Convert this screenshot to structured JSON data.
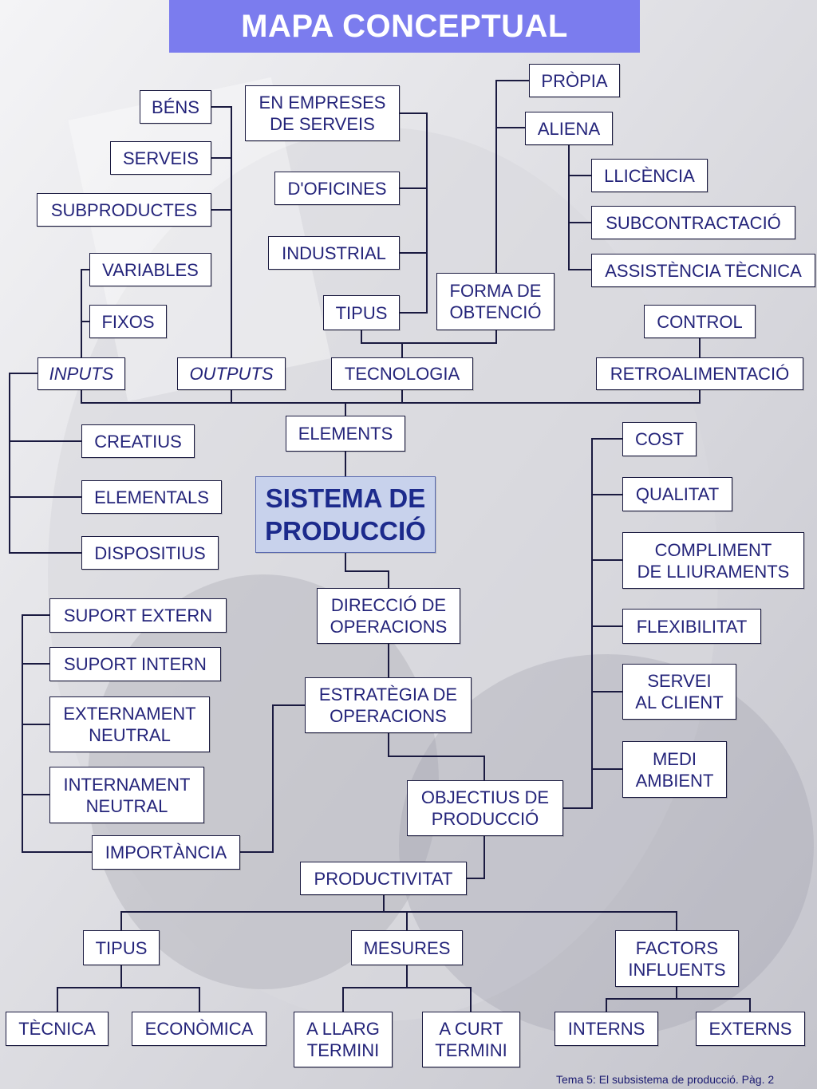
{
  "title": "MAPA CONCEPTUAL",
  "footer": "Tema 5: El subsistema de producció. Pàg. 2",
  "colors": {
    "title_bg": "#7b7cee",
    "box_text": "#24247a",
    "main_bg": "#c8d2ec",
    "line": "#1a1a40"
  },
  "nodes": {
    "bens": "BÉNS",
    "serveis": "SERVEIS",
    "subproductes": "SUBPRODUCTES",
    "variables": "VARIABLES",
    "fixos": "FIXOS",
    "inputs": "INPUTS",
    "outputs": "OUTPUTS",
    "en_empreses": "EN EMPRESES\nDE SERVEIS",
    "oficines": "D'OFICINES",
    "industrial": "INDUSTRIAL",
    "tipus_tec": "TIPUS",
    "forma": "FORMA DE\nOBTENCIÓ",
    "tecnologia": "TECNOLOGIA",
    "propia": "PRÒPIA",
    "aliena": "ALIENA",
    "llicencia": "LLICÈNCIA",
    "subcontractacio": "SUBCONTRACTACIÓ",
    "assistencia": "ASSISTÈNCIA TÈCNICA",
    "control": "CONTROL",
    "retroalimentacio": "RETROALIMENTACIÓ",
    "creatius": "CREATIUS",
    "elementals": "ELEMENTALS",
    "dispositius": "DISPOSITIUS",
    "elements": "ELEMENTS",
    "sistema": "SISTEMA DE\nPRODUCCIÓ",
    "cost": "COST",
    "qualitat": "QUALITAT",
    "compliment": "COMPLIMENT\nDE LLIURAMENTS",
    "flexibilitat": "FLEXIBILITAT",
    "servei_client": "SERVEI\nAL CLIENT",
    "medi_ambient": "MEDI\nAMBIENT",
    "direccio": "DIRECCIÓ DE\nOPERACIONS",
    "estrategia": "ESTRATÈGIA DE\nOPERACIONS",
    "objectius": "OBJECTIUS DE\nPRODUCCIÓ",
    "suport_extern": "SUPORT EXTERN",
    "suport_intern": "SUPORT INTERN",
    "ext_neutral": "EXTERNAMENT\nNEUTRAL",
    "int_neutral": "INTERNAMENT\nNEUTRAL",
    "importancia": "IMPORTÀNCIA",
    "productivitat": "PRODUCTIVITAT",
    "tipus_prod": "TIPUS",
    "mesures": "MESURES",
    "factors": "FACTORS\nINFLUENTS",
    "tecnica": "TÈCNICA",
    "economica": "ECONÒMICA",
    "llarg": "A LLARG\nTERMINI",
    "curt": "A CURT\nTERMINI",
    "interns": "INTERNS",
    "externs": "EXTERNS"
  }
}
